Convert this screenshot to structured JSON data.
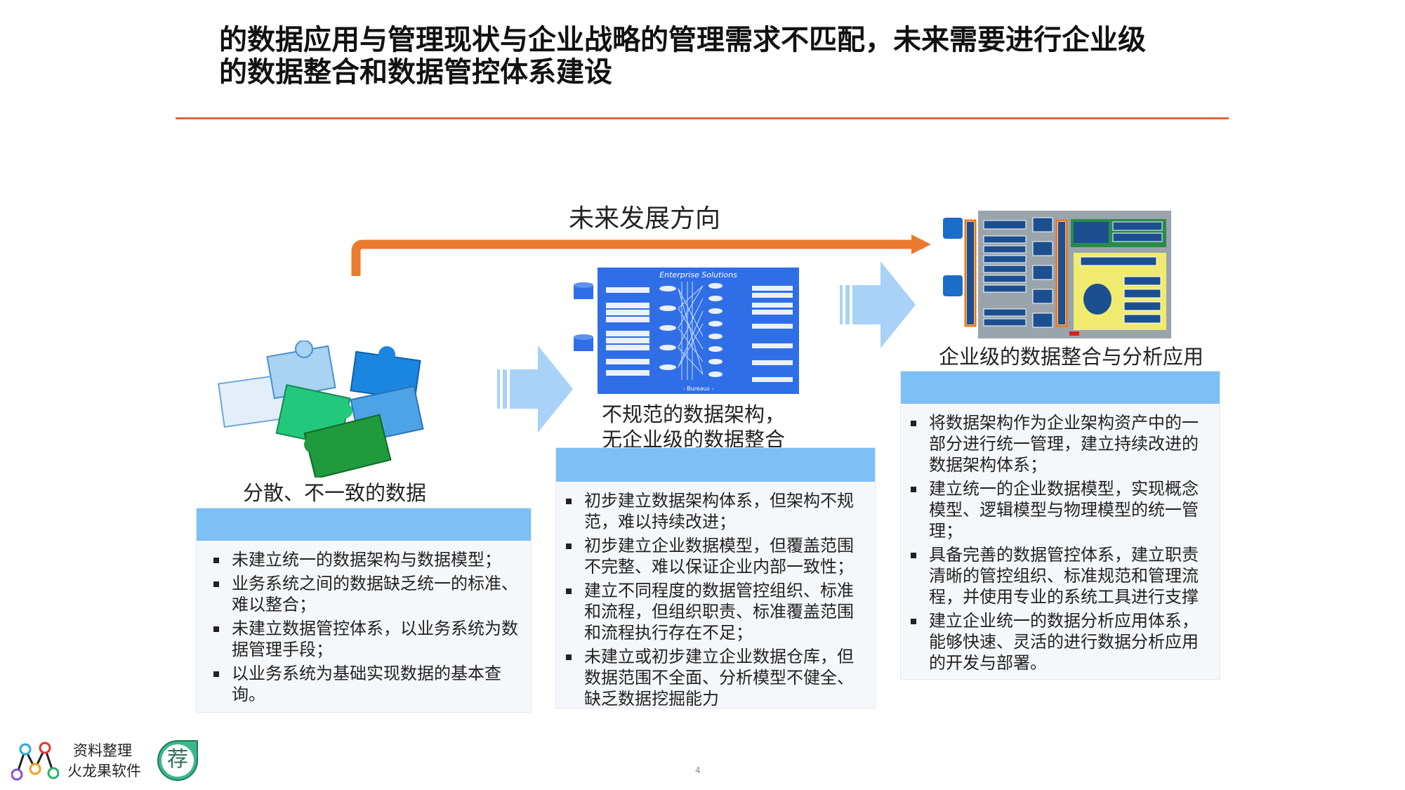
{
  "slide": {
    "title_line1": "的数据应用与管理现状与企业战略的管理需求不匹配，未来需要进行企业级",
    "title_line2": "的数据整合和数据管控体系建设",
    "direction_label": "未来发展方向",
    "page_number": "4"
  },
  "stages": [
    {
      "caption": "分散、不一致的数据",
      "bullets": [
        "未建立统一的数据架构与数据模型；",
        "业务系统之间的数据缺乏统一的标准、难以整合；",
        "未建立数据管控体系，以业务系统为数据管理手段；",
        "以业务系统为基础实现数据的基本查询。"
      ]
    },
    {
      "caption_line1": "不规范的数据架构，",
      "caption_line2": "无企业级的数据整合",
      "diagram_title": "Enterprise Solutions",
      "diagram_footer": "- Bureaus -",
      "bullets": [
        "初步建立数据架构体系，但架构不规范，难以持续改进；",
        "初步建立企业数据模型，但覆盖范围不完整、难以保证企业内部一致性；",
        "建立不同程度的数据管控组织、标准和流程，但组织职责、标准覆盖范围和流程执行存在不足；",
        "未建立或初步建立企业数据仓库，但数据范围不全面、分析模型不健全、缺乏数据挖掘能力"
      ]
    },
    {
      "caption": "企业级的数据整合与分析应用",
      "bullets": [
        "将数据架构作为企业架构资产中的一部分进行统一管理，建立持续改进的数据架构体系；",
        "建立统一的企业数据模型，实现概念模型、逻辑模型与物理模型的统一管理；",
        "具备完善的数据管控体系，建立职责清晰的管控组织、标准规范和管理流程，并使用专业的系统工具进行支撑",
        "建立企业统一的数据分析应用体系，能够快速、灵活的进行数据分析应用的开发与部署。"
      ]
    }
  ],
  "footer": {
    "brand_line1": "资料整理",
    "brand_line2": "火龙果软件",
    "badge": "荐"
  },
  "colors": {
    "accent_orange": "#ea7a2e",
    "rule_orange": "#e0663a",
    "panel_header_blue": "#7cc0f5",
    "arrow_blue": "#a8d2f7",
    "badge_green": "#3bb88a"
  }
}
